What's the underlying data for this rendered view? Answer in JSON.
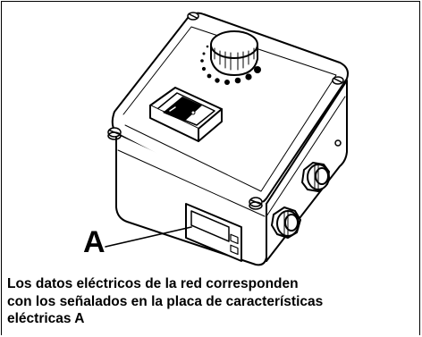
{
  "figure": {
    "callout_label": "A",
    "caption_lines": [
      "Los datos eléctricos de la red corresponden",
      "con los señalados en la placa de características",
      "eléctricas A"
    ]
  },
  "components": {
    "knob": "rotary-control-knob",
    "switch": "rocker-switch",
    "nameplate": "rating-plate",
    "glands": "cable-gland"
  }
}
